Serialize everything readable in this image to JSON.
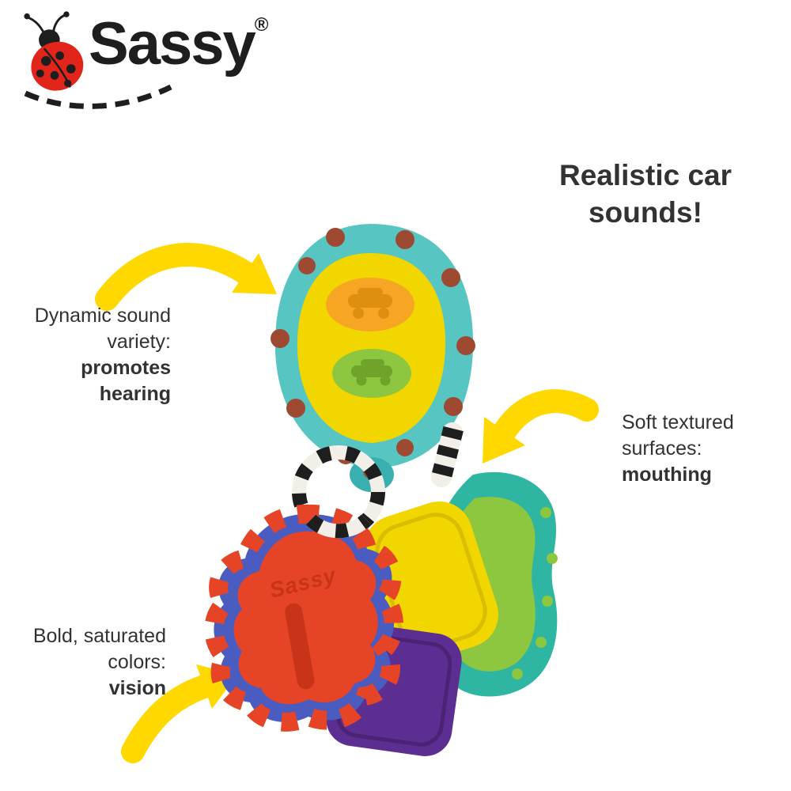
{
  "brand": {
    "name": "Sassy",
    "trademark": "®",
    "logo_icon": "ladybug-icon"
  },
  "headline": {
    "line1": "Realistic car",
    "line2": "sounds!"
  },
  "callouts": {
    "sound": {
      "line1": "Dynamic sound",
      "line2": "variety:",
      "bold1": "promotes",
      "bold2": "hearing",
      "arrow_icon": "curved-arrow-icon"
    },
    "texture": {
      "line1": "Soft textured",
      "line2": "surfaces:",
      "bold1": "mouthing",
      "arrow_icon": "curved-arrow-icon"
    },
    "vision": {
      "line1": "Bold, saturated",
      "line2": "colors:",
      "bold1": "vision",
      "arrow_icon": "curved-arrow-icon"
    }
  },
  "product": {
    "embossed_text": "Sassy"
  },
  "colors": {
    "ink": "#1e1e1e",
    "text_dark": "#323234",
    "arrow_yellow": "#ffd800",
    "ladybug_red": "#e1251b",
    "fob_teal": "#57c6c3",
    "fob_teal_dark": "#3aafaf",
    "fob_yellow": "#f2d600",
    "button_orange": "#f6a623",
    "button_orange_dark": "#de8f10",
    "button_green": "#8dc63f",
    "button_green_dark": "#6fa32a",
    "dot_maroon": "#9e4a32",
    "key_red": "#e64426",
    "key_red_dark": "#c93418",
    "key_blue": "#4a5cc0",
    "key_yellow": "#f2d600",
    "key_yellow_dark": "#d9bd00",
    "key_purple": "#5c2e91",
    "key_purple_dark": "#4a2375",
    "key_green": "#8dc63f",
    "key_teal": "#2eb6a2",
    "ring_white": "#f2efe8"
  }
}
